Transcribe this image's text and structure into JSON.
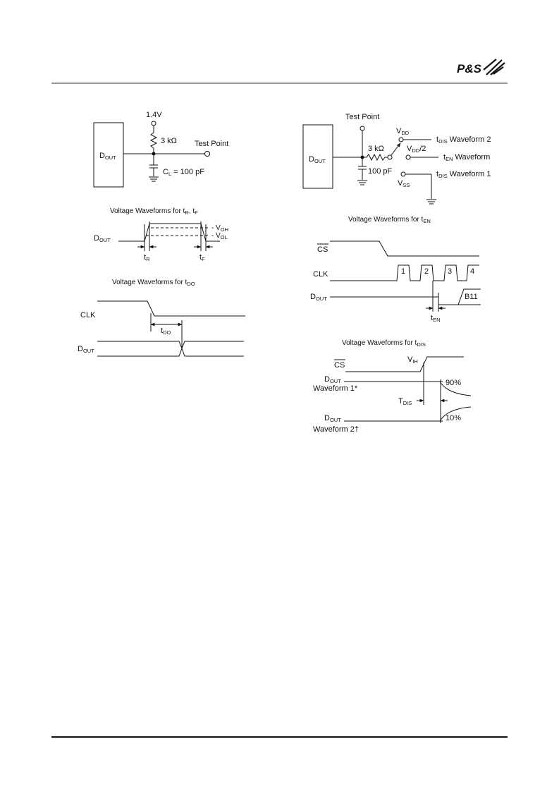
{
  "header": {
    "logo_text": "P&S"
  },
  "circuit1": {
    "dout_main": "D",
    "dout_sub": "OUT",
    "voltage": "1.4V",
    "resistor": "3 kΩ",
    "test_point": "Test Point",
    "cap_main": "C",
    "cap_sub": "L",
    "cap_value": " = 100 pF"
  },
  "circuit2": {
    "dout_main": "D",
    "dout_sub": "OUT",
    "test_point": "Test Point",
    "resistor": "3 kΩ",
    "cap_value": "100 pF",
    "vdd_main": "V",
    "vdd_sub": "DD",
    "vdd2_main": "V",
    "vdd2_sub": "DD",
    "vdd2_suffix": "/2",
    "vss_main": "V",
    "vss_sub": "SS",
    "tdis2_main": "t",
    "tdis2_sub": "DIS",
    "tdis2_suffix": " Waveform 2",
    "ten_main": "t",
    "ten_sub": "EN",
    "ten_suffix": " Waveform",
    "tdis1_main": "t",
    "tdis1_sub": "DIS",
    "tdis1_suffix": " Waveform 1"
  },
  "wave_rf": {
    "title_prefix": "Voltage Waveforms for t",
    "title_sub1": "R",
    "title_mid": ", t",
    "title_sub2": "F",
    "dout_main": "D",
    "dout_sub": "OUT",
    "voh_main": "- V",
    "voh_sub": "OH",
    "vol_main": "- V",
    "vol_sub": "OL",
    "tr_main": "t",
    "tr_sub": "R",
    "tf_main": "t",
    "tf_sub": "F"
  },
  "wave_do": {
    "title_prefix": "Voltage Waveforms for t",
    "title_sub": "DO",
    "clk": "CLK",
    "dout_main": "D",
    "dout_sub": "OUT",
    "tdo_main": "t",
    "tdo_sub": "DO"
  },
  "wave_en": {
    "title_prefix": "Voltage Waveforms for t",
    "title_sub": "EN",
    "cs": "CS",
    "clk": "CLK",
    "dout_main": "D",
    "dout_sub": "OUT",
    "pulses": [
      "1",
      "2",
      "3",
      "4"
    ],
    "bit": "B11",
    "ten_main": "t",
    "ten_sub": "EN"
  },
  "wave_dis": {
    "title_prefix": "Voltage Waveforms for t",
    "title_sub": "DIS",
    "cs": "CS",
    "vih_main": "V",
    "vih_sub": "IH",
    "dout1_main": "D",
    "dout1_sub": "OUT",
    "wave1": "Waveform 1*",
    "dout2_main": "D",
    "dout2_sub": "OUT",
    "wave2": "Waveform 2†",
    "tdis_main": "T",
    "tdis_sub": "DIS",
    "p90": "90%",
    "p10": "10%"
  }
}
